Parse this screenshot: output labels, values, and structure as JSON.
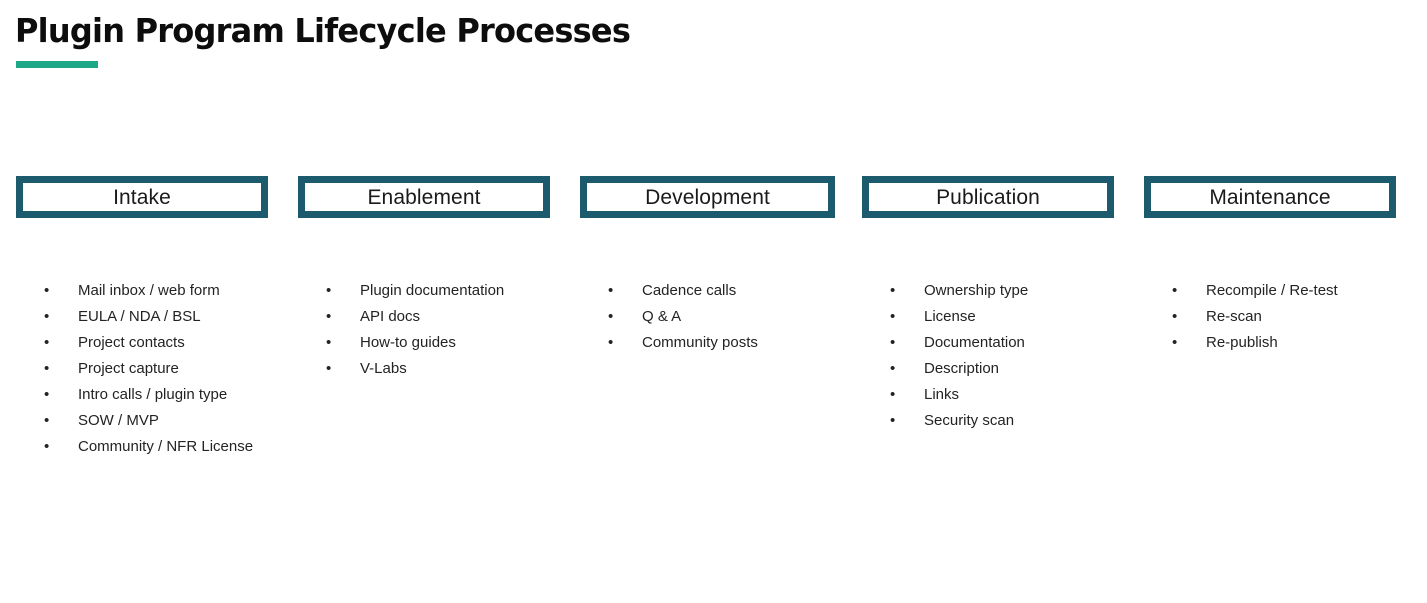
{
  "slide": {
    "title": "Plugin Program Lifecycle Processes",
    "accent_color": "#1da888",
    "box_border_color": "#1c5b6e",
    "background_color": "#ffffff",
    "text_color": "#232323",
    "bullet_glyph": "•"
  },
  "columns": [
    {
      "header": "Intake",
      "items": [
        "Mail inbox / web form",
        "EULA / NDA / BSL",
        "Project contacts",
        "Project capture",
        "Intro calls / plugin type",
        "SOW / MVP",
        "Community / NFR License"
      ]
    },
    {
      "header": "Enablement",
      "items": [
        "Plugin documentation",
        "API docs",
        "How-to guides",
        "V-Labs"
      ]
    },
    {
      "header": "Development",
      "items": [
        "Cadence calls",
        "Q & A",
        "Community posts"
      ]
    },
    {
      "header": "Publication",
      "items": [
        "Ownership type",
        "License",
        "Documentation",
        "Description",
        "Links",
        "Security scan"
      ]
    },
    {
      "header": "Maintenance",
      "items": [
        "Recompile / Re-test",
        "Re-scan",
        "Re-publish"
      ]
    }
  ]
}
